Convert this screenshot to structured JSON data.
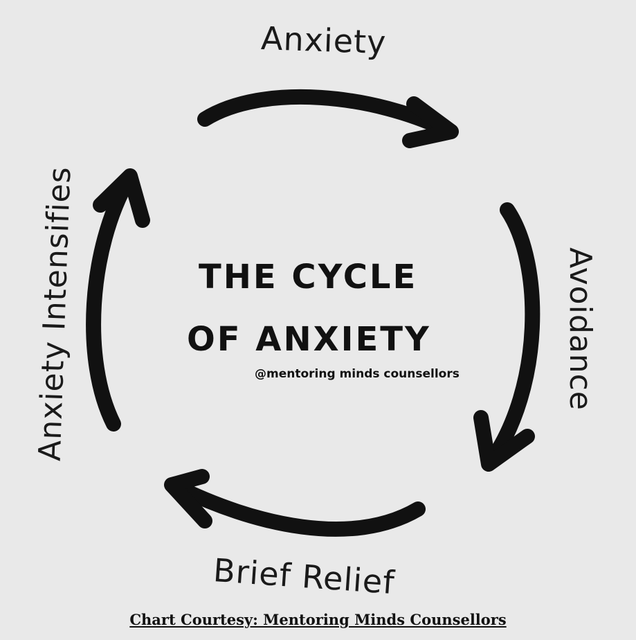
{
  "diagram": {
    "title_line_1": "THE CYCLE",
    "title_line_2": "OF ANXIETY",
    "handle": "@mentoring minds counsellors",
    "stages": [
      {
        "label": "Anxiety"
      },
      {
        "label": "Avoidance"
      },
      {
        "label": "Brief Relief"
      },
      {
        "label": "Anxiety Intensifies"
      }
    ],
    "arrow_color": "#111111",
    "background_color": "#e9e9e9"
  },
  "footer": {
    "credit": "Chart Courtesy: Mentoring Minds Counsellors"
  }
}
